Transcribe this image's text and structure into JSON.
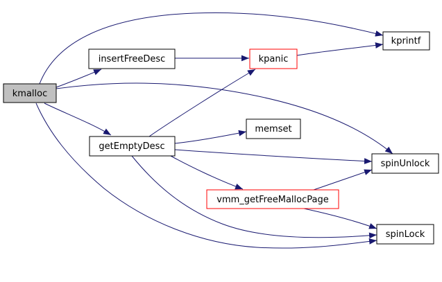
{
  "diagram": {
    "kind": "doxygen-call-graph",
    "root": "kmalloc",
    "nodes": {
      "kmalloc": {
        "label": "kmalloc",
        "role": "current-function",
        "fill": "#c0c0c0",
        "border": "#000000"
      },
      "insertFreeDesc": {
        "label": "insertFreeDesc",
        "role": "function",
        "fill": "#ffffff",
        "border": "#000000"
      },
      "kpanic": {
        "label": "kpanic",
        "role": "function",
        "fill": "#ffffff",
        "border": "#ff0000"
      },
      "kprintf": {
        "label": "kprintf",
        "role": "function",
        "fill": "#ffffff",
        "border": "#000000"
      },
      "memset": {
        "label": "memset",
        "role": "function",
        "fill": "#ffffff",
        "border": "#000000"
      },
      "getEmptyDesc": {
        "label": "getEmptyDesc",
        "role": "function",
        "fill": "#ffffff",
        "border": "#000000"
      },
      "spinUnlock": {
        "label": "spinUnlock",
        "role": "function",
        "fill": "#ffffff",
        "border": "#000000"
      },
      "vmm_getFreeMallocPage": {
        "label": "vmm_getFreeMallocPage",
        "role": "function",
        "fill": "#ffffff",
        "border": "#ff0000"
      },
      "spinLock": {
        "label": "spinLock",
        "role": "function",
        "fill": "#ffffff",
        "border": "#000000"
      }
    },
    "edges": [
      {
        "from": "kmalloc",
        "to": "kprintf"
      },
      {
        "from": "kmalloc",
        "to": "insertFreeDesc"
      },
      {
        "from": "kmalloc",
        "to": "spinUnlock"
      },
      {
        "from": "kmalloc",
        "to": "getEmptyDesc"
      },
      {
        "from": "kmalloc",
        "to": "spinLock"
      },
      {
        "from": "insertFreeDesc",
        "to": "kpanic"
      },
      {
        "from": "kpanic",
        "to": "kprintf"
      },
      {
        "from": "getEmptyDesc",
        "to": "kpanic"
      },
      {
        "from": "getEmptyDesc",
        "to": "memset"
      },
      {
        "from": "getEmptyDesc",
        "to": "spinUnlock"
      },
      {
        "from": "getEmptyDesc",
        "to": "vmm_getFreeMallocPage"
      },
      {
        "from": "getEmptyDesc",
        "to": "spinLock"
      },
      {
        "from": "vmm_getFreeMallocPage",
        "to": "spinUnlock"
      },
      {
        "from": "vmm_getFreeMallocPage",
        "to": "spinLock"
      }
    ],
    "colors": {
      "edge": "#191970",
      "node_border": "#000000",
      "node_fill": "#ffffff",
      "current_node_fill": "#c0c0c0",
      "warning_border": "#ff0000",
      "background": "#ffffff"
    }
  }
}
